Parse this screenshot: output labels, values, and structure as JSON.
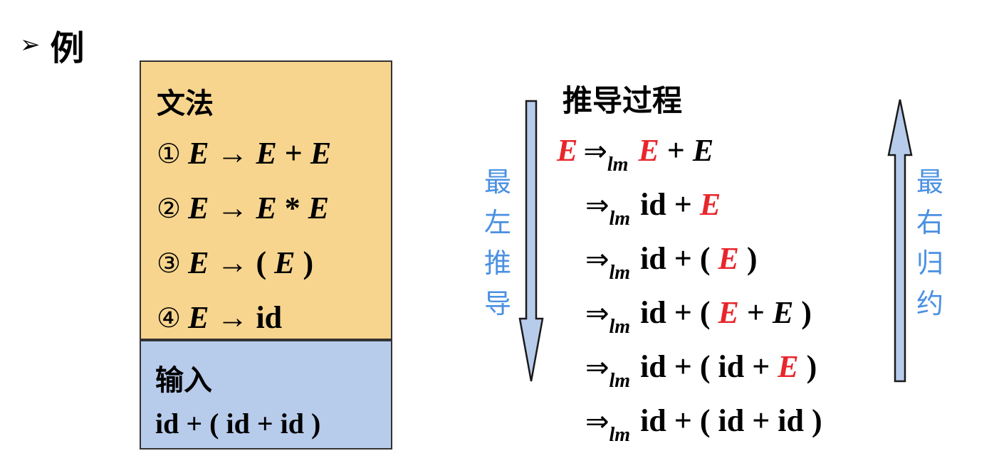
{
  "heading": {
    "text": "例"
  },
  "grammar": {
    "title": "文法",
    "rules": [
      {
        "num": "①",
        "lhs": "E",
        "arrow": "→",
        "rhs": [
          {
            "t": "E",
            "i": true
          },
          {
            "t": " + ",
            "i": false
          },
          {
            "t": "E",
            "i": true
          }
        ]
      },
      {
        "num": "②",
        "lhs": "E",
        "arrow": "→",
        "rhs": [
          {
            "t": "E",
            "i": true
          },
          {
            "t": " * ",
            "i": false
          },
          {
            "t": "E",
            "i": true
          }
        ]
      },
      {
        "num": "③",
        "lhs": "E",
        "arrow": "→",
        "rhs": [
          {
            "t": "( ",
            "i": false
          },
          {
            "t": "E",
            "i": true
          },
          {
            "t": " )",
            "i": false
          }
        ]
      },
      {
        "num": "④",
        "lhs": "E",
        "arrow": "→",
        "rhs": [
          {
            "t": "id",
            "i": false
          }
        ]
      }
    ]
  },
  "input": {
    "title": "输入",
    "value": "id + ( id +  id )"
  },
  "derivation": {
    "title": "推导过程",
    "arrow": "⇒",
    "subscript": "lm",
    "start": "E",
    "steps": [
      [
        {
          "t": "E",
          "i": true,
          "red": true
        },
        {
          "t": " + ",
          "i": false,
          "red": false
        },
        {
          "t": "E",
          "i": true,
          "red": false
        }
      ],
      [
        {
          "t": "id + ",
          "i": false,
          "red": false
        },
        {
          "t": "E",
          "i": true,
          "red": true
        }
      ],
      [
        {
          "t": "id + ( ",
          "i": false,
          "red": false
        },
        {
          "t": "E",
          "i": true,
          "red": true
        },
        {
          "t": " )",
          "i": false,
          "red": false
        }
      ],
      [
        {
          "t": "id + ( ",
          "i": false,
          "red": false
        },
        {
          "t": "E",
          "i": true,
          "red": true
        },
        {
          "t": " + ",
          "i": false,
          "red": false
        },
        {
          "t": "E",
          "i": true,
          "red": false
        },
        {
          "t": " )",
          "i": false,
          "red": false
        }
      ],
      [
        {
          "t": "id + ( id + ",
          "i": false,
          "red": false
        },
        {
          "t": "E",
          "i": true,
          "red": true
        },
        {
          "t": " )",
          "i": false,
          "red": false
        }
      ],
      [
        {
          "t": "id + ( id + id )",
          "i": false,
          "red": false
        }
      ]
    ]
  },
  "labels": {
    "left": [
      "最",
      "左",
      "推",
      "导"
    ],
    "right": [
      "最",
      "右",
      "归",
      "约"
    ]
  },
  "colors": {
    "red": "#e8262b",
    "blue_text": "#4a90e2",
    "arrow_fill": "#b7cbeb",
    "grammar_bg": "#f7d58e",
    "input_bg": "#b7cbeb"
  }
}
